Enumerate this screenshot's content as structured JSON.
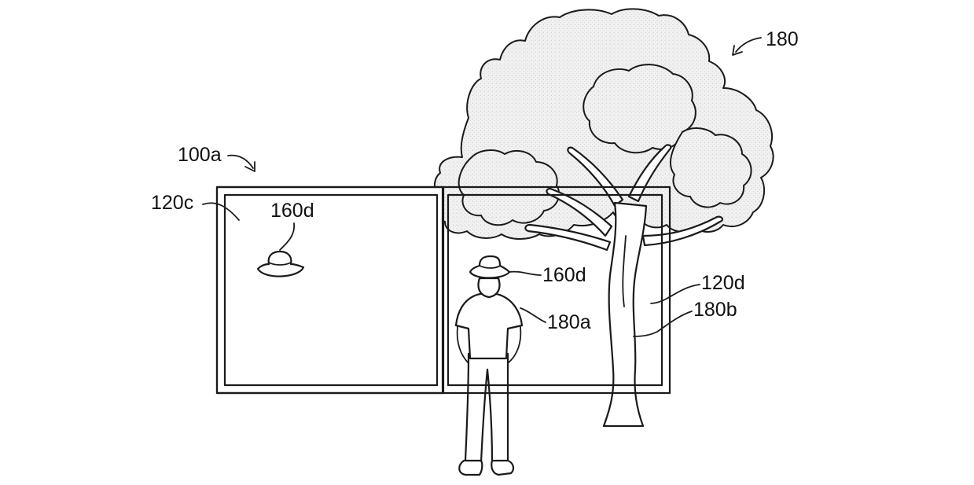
{
  "labels": {
    "tree_ref": "180",
    "device_ref": "100a",
    "left_panel_ref": "120c",
    "virtual_hat_ref": "160d",
    "real_hat_ref": "160d",
    "person_ref": "180a",
    "right_panel_ref": "120d",
    "trunk_ref": "180b"
  },
  "colors": {
    "ink": "#1a1a1a",
    "background": "#ffffff",
    "foliage_tint": "#ededed"
  }
}
